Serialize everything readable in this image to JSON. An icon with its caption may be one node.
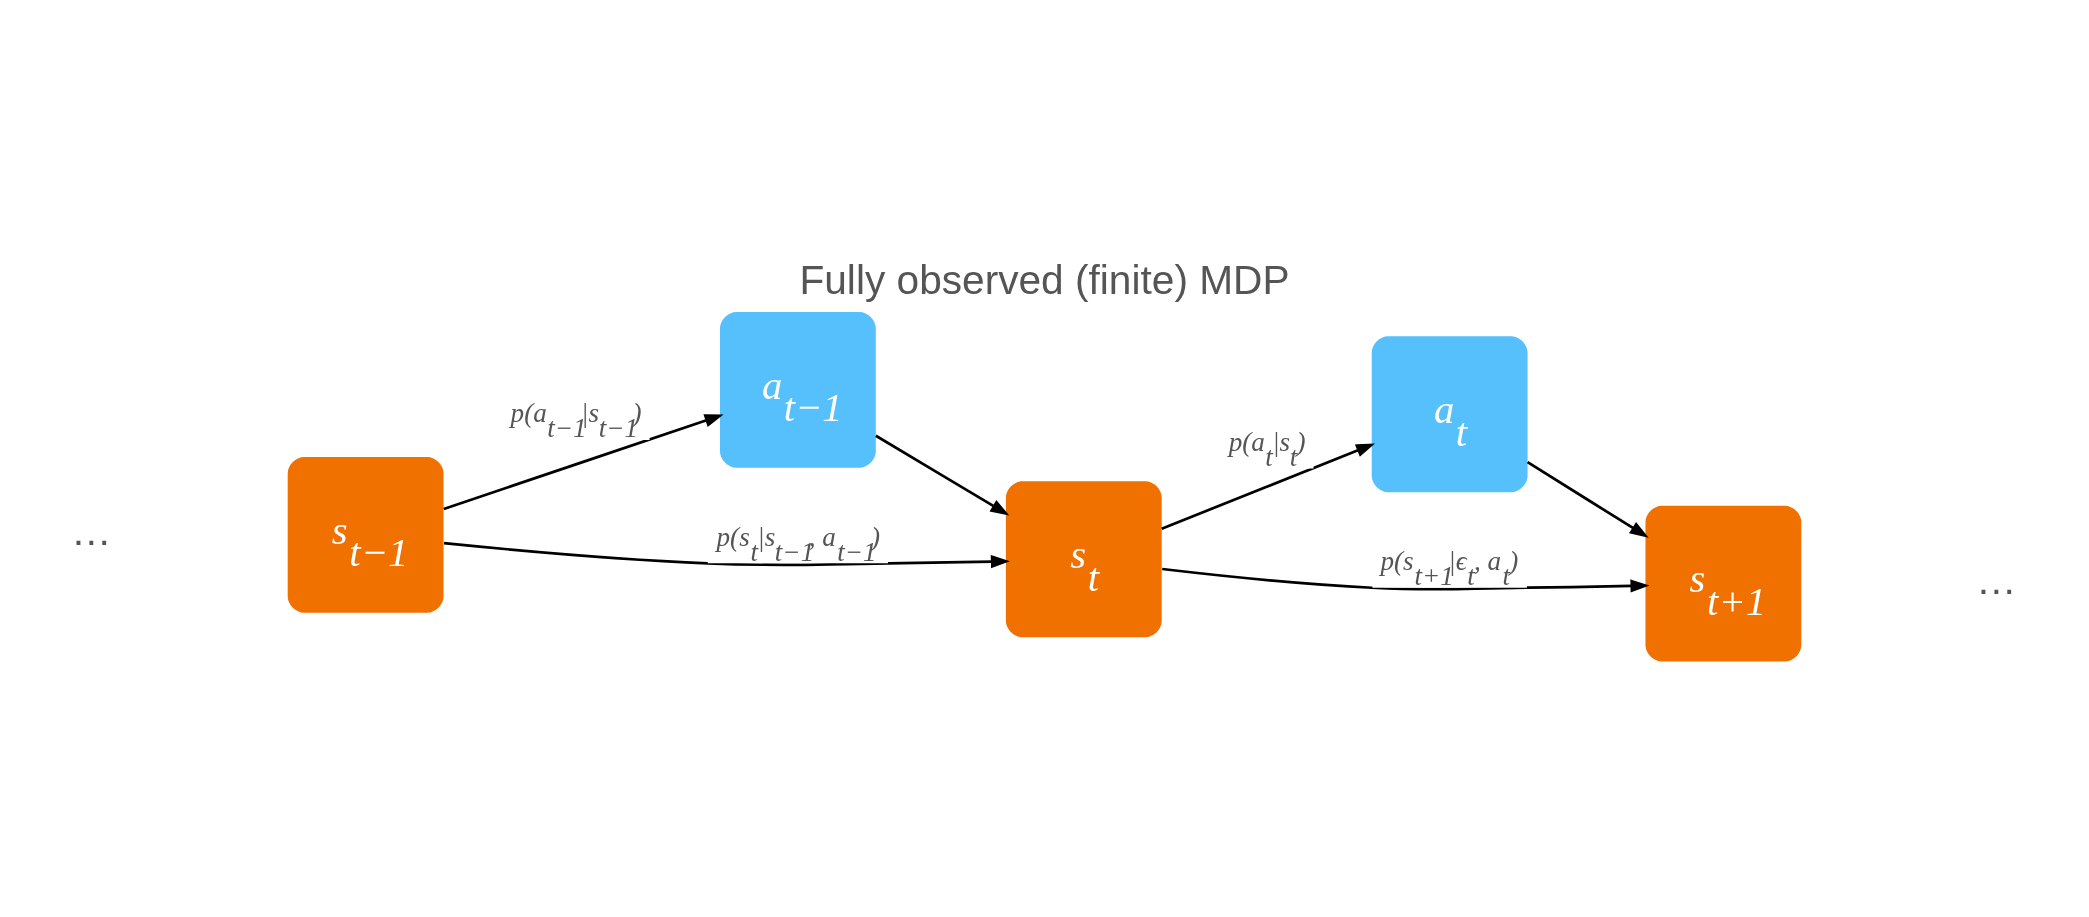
{
  "diagram": {
    "title": "Fully observed (finite) MDP",
    "nodes": [
      {
        "text": [
          "s$_{t−1}$"
        ]
      },
      {
        "text": [
          "a$_{t−1}$"
        ]
      },
      {
        "text": [
          "s$_{t}$"
        ]
      },
      {
        "text": [
          "a$_{t}$"
        ]
      },
      {
        "text": [
          "s$_{t+1}$"
        ]
      }
    ],
    "edges": [
      {
        "from": 0,
        "to": 1,
        "arrow": "to",
        "label": "p(a$_{t−1}$|s$_{t−1}$)"
      },
      {
        "from": 1,
        "to": 2,
        "arrow": "to"
      },
      {
        "from": 0,
        "to": 2,
        "arrow": "to",
        "label": "p(s$_{t}$|s$_{t−1}$, a$_{t−1}$)"
      },
      {
        "from": 2,
        "to": 3,
        "arrow": "to",
        "label": "p(a$_{t}$|s$_{t}$)"
      },
      {
        "from": 3,
        "to": 4,
        "arrow": "to"
      },
      {
        "from": 2,
        "to": 4,
        "arrow": "to",
        "label": "p(s$_{t+1}$|ϵ$_{t}$, a$_{t}$)"
      }
    ],
    "labels": [
      "…",
      "…"
    ]
  }
}
